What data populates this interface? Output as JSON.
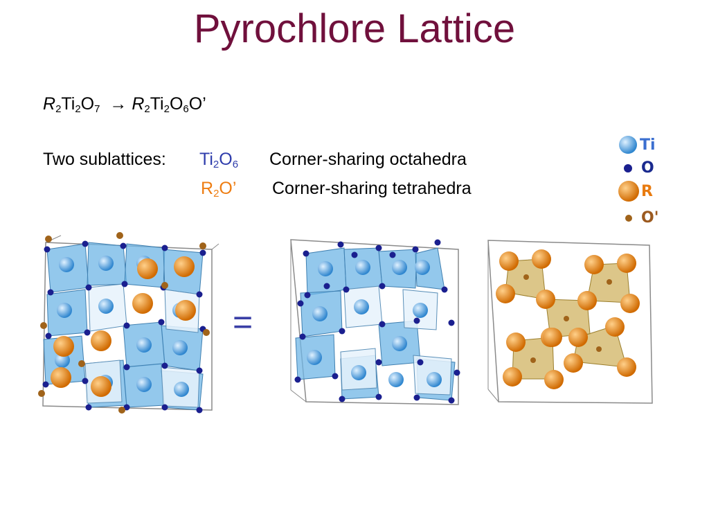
{
  "title": "Pyrochlore Lattice",
  "formula": {
    "left": {
      "element": "R",
      "n1": "2",
      "ti": "Ti",
      "n2": "2",
      "o": "O",
      "n3": "7"
    },
    "arrow": "→",
    "right": {
      "element": "R",
      "n1": "2",
      "ti": "Ti",
      "n2": "2",
      "o": "O",
      "n3": "6",
      "tail": "O’"
    }
  },
  "sublattices": {
    "heading": "Two sublattices:",
    "first": {
      "a": "Ti",
      "a_n": "2",
      "b": "O",
      "b_n": "6",
      "description": "Corner-sharing octahedra"
    },
    "second": {
      "a": "R",
      "a_n": "2",
      "b": "O’",
      "description": "Corner-sharing tetrahedra"
    }
  },
  "equals_sign": "=",
  "legend": [
    {
      "label": "Ti",
      "color": "#4aa3e0",
      "text_color": "#3b6fd0"
    },
    {
      "label": "O",
      "color": "#1a1f8f",
      "text_color": "#1a2a8f"
    },
    {
      "label": "R",
      "color": "#ef8a17",
      "text_color": "#e87b10"
    },
    {
      "label": "O'",
      "color": "#a0631a",
      "text_color": "#9c5a1f"
    }
  ],
  "colors": {
    "title": "#70103c",
    "octahedra": "#6fb6e6",
    "tetrahedra": "#c9a74a",
    "box": "#8a8a8a"
  }
}
